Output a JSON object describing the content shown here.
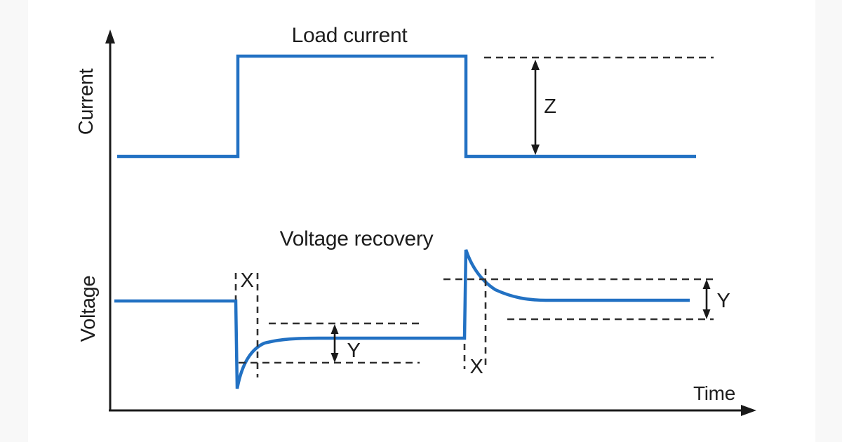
{
  "figure": {
    "description": "Power-supply load-transient response diagram: load-current step (top) and output-voltage recovery (bottom) sharing one time axis",
    "labels": {
      "load_current_title": "Load current",
      "voltage_recovery_title": "Voltage recovery",
      "current_axis": "Current",
      "voltage_axis": "Voltage",
      "time_axis": "Time",
      "z_annotation": "Z",
      "x_annotation_first": "X",
      "y_annotation_first": "Y",
      "x_annotation_second": "X",
      "y_annotation_second": "Y"
    },
    "colors": {
      "waveform_blue": "#2271c3",
      "dashed_line_dark": "#2f2f2f",
      "axis_black": "#1a1a1a",
      "text_black": "#1d1d1d",
      "background": "#ffffff",
      "page_edge_band": "#f8f8f8"
    }
  },
  "chart_data": [
    {
      "type": "line",
      "title": "Load current",
      "xlabel": "Time",
      "ylabel": "Current",
      "grid": false,
      "series": [
        {
          "name": "Load current",
          "shape": "step",
          "points_xy_normalized": [
            [
              0.0,
              0.0
            ],
            [
              0.21,
              0.0
            ],
            [
              0.21,
              1.0
            ],
            [
              0.6,
              1.0
            ],
            [
              0.6,
              0.0
            ],
            [
              1.0,
              0.0
            ]
          ]
        }
      ],
      "annotations": [
        {
          "label": "Z",
          "meaning": "amplitude of the load-current step, marked between the high level (dashed reference) and the low level"
        }
      ]
    },
    {
      "type": "line",
      "title": "Voltage recovery",
      "xlabel": "Time",
      "ylabel": "Voltage",
      "grid": false,
      "series": [
        {
          "name": "Output voltage",
          "shape": "transient",
          "behavior": "dips sharply at load step-up, recovers exponentially to a slightly lower settled level; overshoots sharply at load step-down, recovers exponentially to a slightly higher settled level"
        }
      ],
      "annotations": [
        {
          "label": "X",
          "meaning": "recovery time window after each load step (dashed vertical lines)"
        },
        {
          "label": "Y",
          "meaning": "settling band around the recovered voltage level (dashed horizontal lines)"
        }
      ]
    }
  ]
}
